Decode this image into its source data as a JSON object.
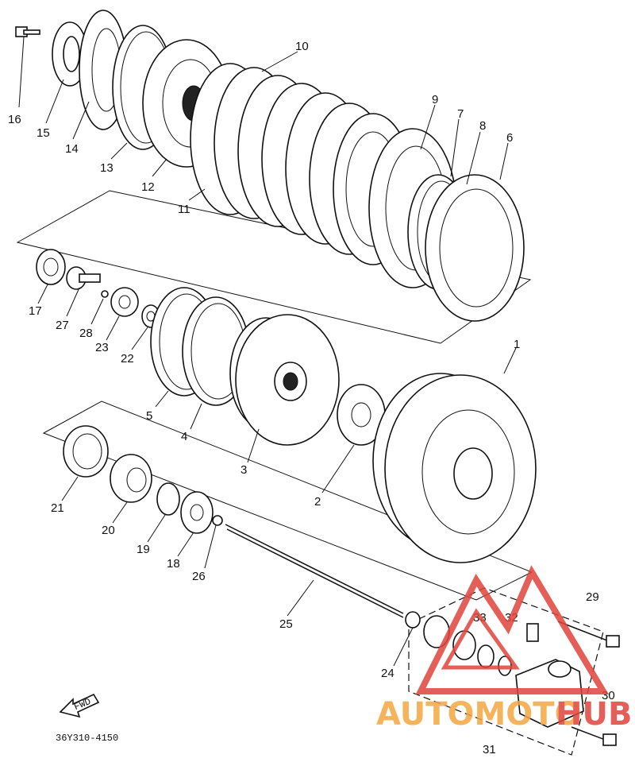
{
  "diagram": {
    "part_code": "36Y310-4150",
    "fwd_label": "FWD",
    "callouts": [
      "1",
      "2",
      "3",
      "4",
      "5",
      "6",
      "7",
      "8",
      "9",
      "10",
      "11",
      "12",
      "13",
      "14",
      "15",
      "16",
      "17",
      "18",
      "19",
      "20",
      "21",
      "22",
      "23",
      "24",
      "25",
      "26",
      "27",
      "28",
      "29",
      "30",
      "31",
      "32",
      "33"
    ]
  },
  "watermark": {
    "text_left": "AUTOMOTO",
    "text_right": "HUB",
    "colors": {
      "red": "#e0443a",
      "orange": "#f4a640"
    }
  }
}
